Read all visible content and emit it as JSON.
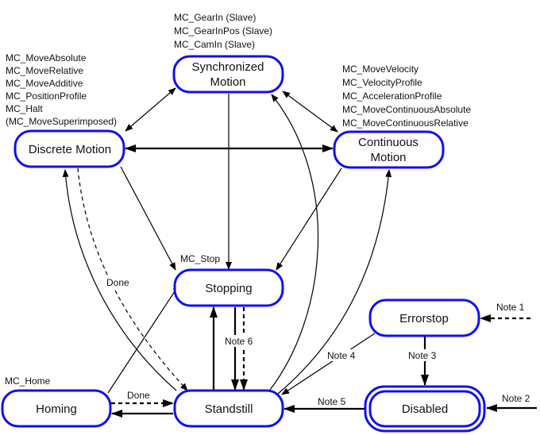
{
  "diagram": {
    "title": "PLCopen Motion Control State Diagram",
    "accent_color": "#1010ee",
    "states": {
      "synchronized": {
        "line1": "Synchronized",
        "line2": "Motion"
      },
      "discrete": {
        "label": "Discrete Motion"
      },
      "continuous": {
        "line1": "Continuous",
        "line2": "Motion"
      },
      "stopping": {
        "label": "Stopping"
      },
      "errorstop": {
        "label": "Errorstop"
      },
      "homing": {
        "label": "Homing"
      },
      "standstill": {
        "label": "Standstill"
      },
      "disabled": {
        "label": "Disabled"
      }
    },
    "annotations": {
      "synchronized": [
        "MC_GearIn (Slave)",
        "MC_GearInPos (Slave)",
        "MC_CamIn (Slave)"
      ],
      "discrete": [
        "MC_MoveAbsolute",
        "MC_MoveRelative",
        "MC_MoveAdditive",
        "MC_PositionProfile",
        "MC_Halt",
        "(MC_MoveSuperimposed)"
      ],
      "continuous": [
        "MC_MoveVelocity",
        "MC_VelocityProfile",
        "MC_AccelerationProfile",
        "MC_MoveContinuousAbsolute",
        "MC_MoveContinuousRelative"
      ],
      "stopping": "MC_Stop",
      "homing": "MC_Home"
    },
    "edge_labels": {
      "done_discrete": "Done",
      "done_homing": "Done",
      "note1": "Note 1",
      "note2": "Note 2",
      "note3": "Note 3",
      "note4": "Note 4",
      "note5": "Note 5",
      "note6": "Note 6"
    }
  }
}
